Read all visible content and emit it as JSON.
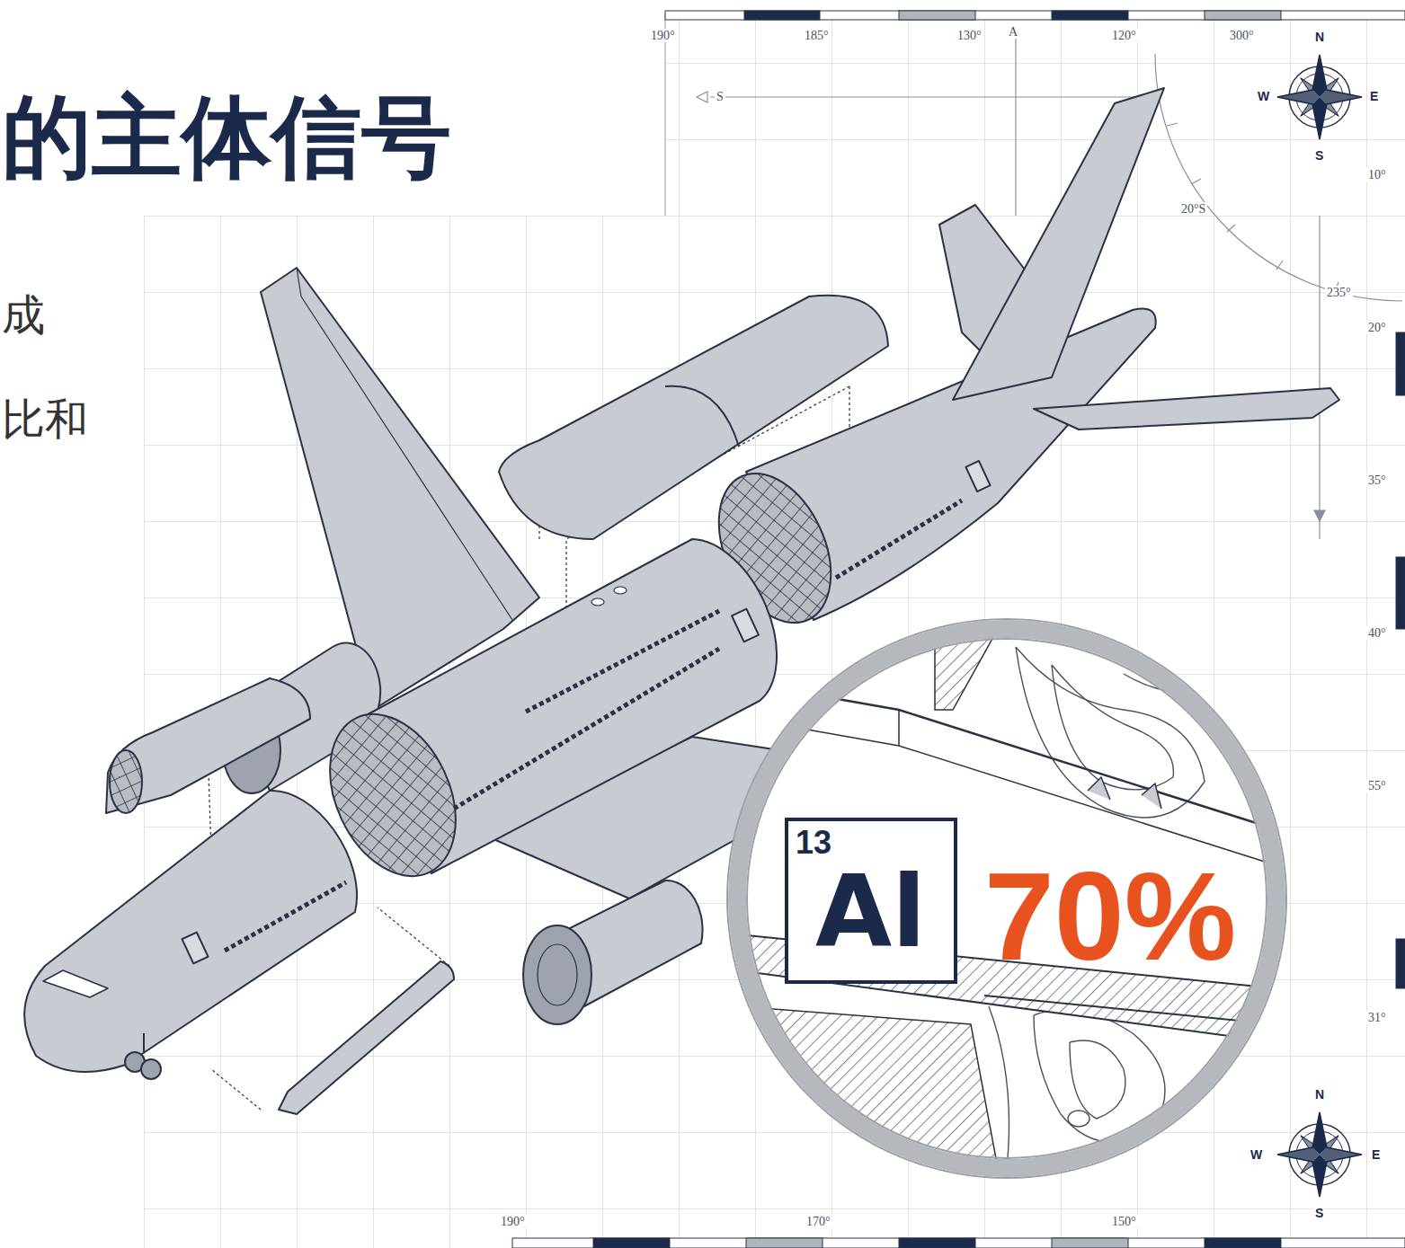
{
  "diagram": {
    "title": "的主体信号",
    "nodes": [
      {
        "text": [
          "70%"
        ]
      },
      {
        "text": [
          "13",
          "Al"
        ],
        "in": 0
      }
    ],
    "labels": [
      "成",
      "比和",
      "190°",
      "185°",
      "130°",
      "A",
      "120°",
      "300°",
      "S",
      "N",
      "W",
      "E",
      "S",
      "20°S",
      "235°",
      "10°",
      "20°",
      "35°",
      "40°",
      "55°",
      "31°",
      "190°",
      "170°",
      "150°",
      "N",
      "W",
      "E",
      "S"
    ]
  }
}
